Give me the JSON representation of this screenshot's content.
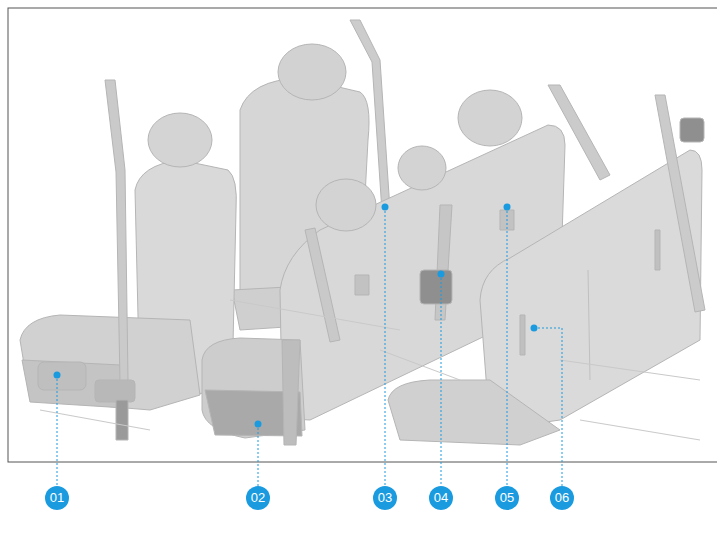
{
  "diagram": {
    "nodes": [
      {
        "text": [
          "01"
        ]
      },
      {
        "text": [
          "02"
        ]
      },
      {
        "text": [
          "03"
        ]
      },
      {
        "text": [
          "04"
        ]
      },
      {
        "text": [
          "05"
        ]
      },
      {
        "text": [
          "06"
        ]
      }
    ]
  }
}
